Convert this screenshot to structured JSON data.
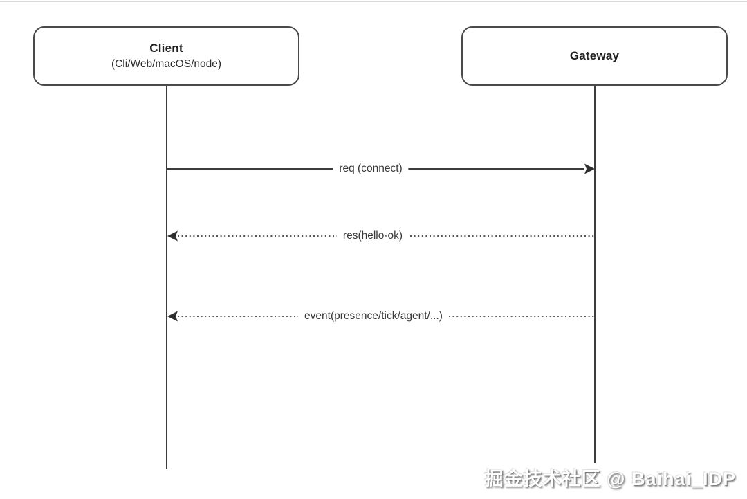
{
  "diagram": {
    "actors": [
      {
        "id": "client",
        "title": "Client",
        "subtitle": "(Cli/Web/macOS/node)"
      },
      {
        "id": "gateway",
        "title": "Gateway",
        "subtitle": ""
      }
    ],
    "messages": [
      {
        "label": "req (connect)",
        "from": "client",
        "to": "gateway",
        "line": "solid"
      },
      {
        "label": "res(hello-ok)",
        "from": "gateway",
        "to": "client",
        "line": "dotted"
      },
      {
        "label": "event(presence/tick/agent/...)",
        "from": "gateway",
        "to": "client",
        "line": "dotted"
      }
    ]
  },
  "watermark": {
    "text": "掘金技术社区 @ Baihai_IDP"
  },
  "colors": {
    "line": "#3d3d3d",
    "box_border": "#4a4a4a",
    "label_text": "#383838",
    "title_text": "#1f1f1f",
    "background": "#ffffff",
    "top_edge": "#d9d9d9"
  }
}
